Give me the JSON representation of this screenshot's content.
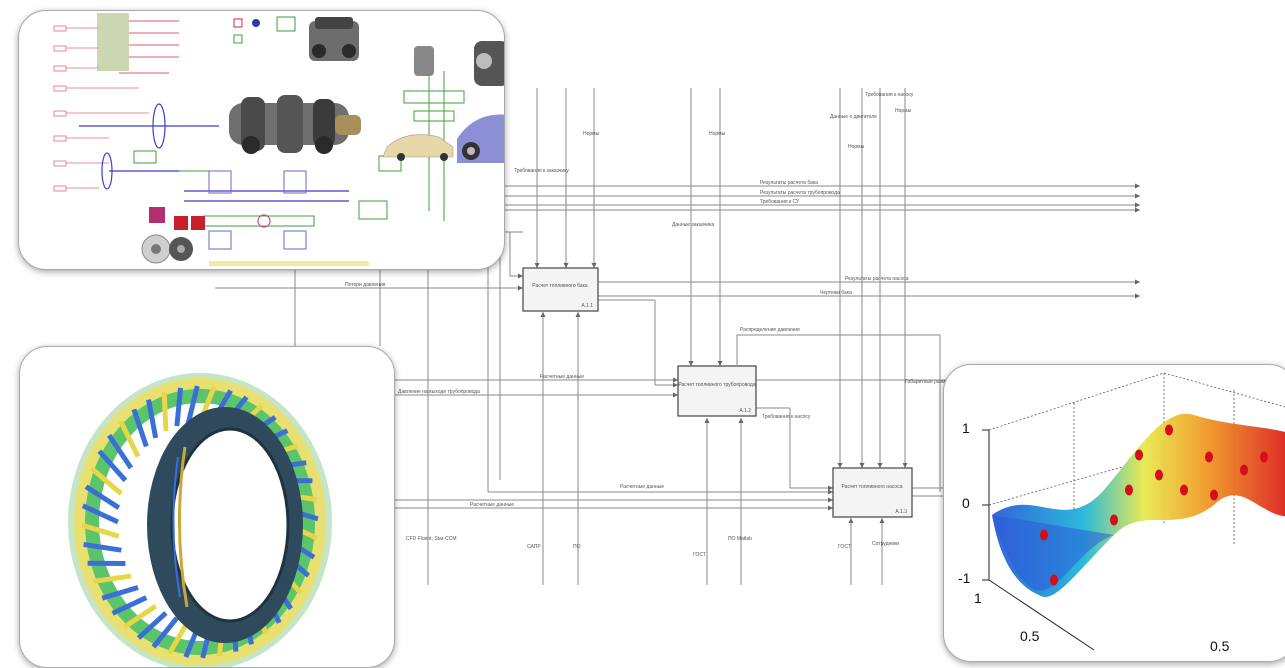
{
  "diagram": {
    "blocks": [
      {
        "id": "A1",
        "title": "Расчет топливного бака",
        "number": "А.1.1"
      },
      {
        "id": "A2",
        "title": "Расчет топливного трубопровода",
        "number": "А.1.2"
      },
      {
        "id": "A3",
        "title": "Расчет топливного насоса",
        "number": "А.1.3"
      }
    ],
    "labels": {
      "controls_top": [
        "Требования к заказчику",
        "Нормы",
        "Нормы",
        "Нормы",
        "Данные о двигателе",
        "Требования к насосу",
        "Нормы",
        "Данные заказчика"
      ],
      "outputs_right": [
        "Результаты расчета бака",
        "Результаты расчета трубопровода",
        "Требования к СУ",
        "Результаты расчета насоса",
        "Чертежи бака",
        "Габаритные размеры"
      ],
      "mid": [
        "Потери давления",
        "Расчетные данные",
        "Давление на выходе трубопровода",
        "Расчетные данные",
        "Требования к насосу",
        "Расчетные данные",
        "Распределение давления"
      ],
      "mechanisms_bottom": [
        "CFD Fluent, Star-CCM",
        "САПР",
        "ПО",
        "ГОСТ",
        "ПО Matlab",
        "ГОСТ",
        "Сотрудники"
      ]
    }
  },
  "surface_plot": {
    "z_ticks": [
      "1",
      "0",
      "-1"
    ],
    "x_ticks": [
      "1",
      "0.5"
    ],
    "y_ticks": [
      "0.5"
    ]
  },
  "colors": {
    "line": "#8a8a8a",
    "surface_high": "#d9141a",
    "surface_low": "#2a5bd7",
    "tire_blade": "#3b6fd6",
    "tire_rim": "#2f4a5c"
  }
}
